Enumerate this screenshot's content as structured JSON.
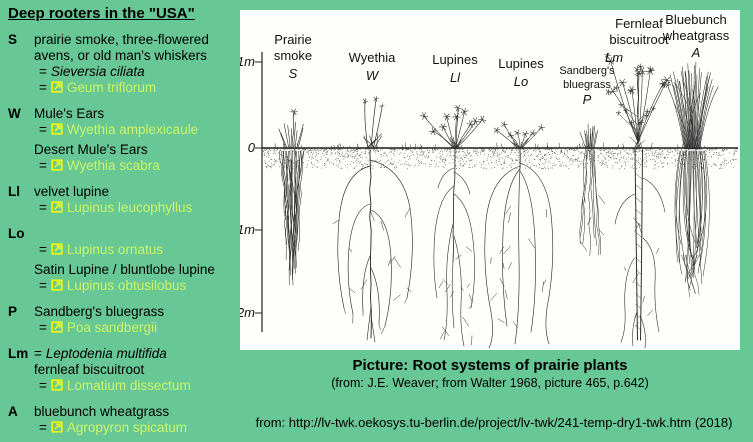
{
  "palette": {
    "background": "#67c795",
    "link_text": "#ccf566",
    "icon_yellow": "#ffff00",
    "paper": "#fefefc",
    "ink": "#2e2e2e"
  },
  "sidebar": {
    "title": "Deep rooters in the \"USA\"",
    "eq": "=",
    "entries": [
      {
        "key": "S",
        "lines": [
          {
            "style": "common",
            "text": "prairie smoke, three-flowered avens, or old man's whiskers"
          },
          {
            "style": "latin",
            "text": "Sieversia ciliata"
          },
          {
            "style": "link",
            "text": "Geum triflorum"
          }
        ]
      },
      {
        "key": "W",
        "lines": [
          {
            "style": "common",
            "text": "Mule's Ears"
          },
          {
            "style": "link",
            "text": "Wyethia amplexicaule"
          },
          {
            "style": "common",
            "text": "Desert Mule's Ears"
          },
          {
            "style": "link",
            "text": "Wyethia scabra"
          }
        ]
      },
      {
        "key": "Ll",
        "lines": [
          {
            "style": "common",
            "text": "velvet lupine"
          },
          {
            "style": "link",
            "text": "Lupinus leucophyllus"
          }
        ]
      },
      {
        "key": "Lo",
        "lines": [
          {
            "style": "link",
            "text": "Lupinus ornatus"
          },
          {
            "style": "common",
            "text": "Satin Lupine / bluntlobe lupine"
          },
          {
            "style": "link",
            "text": "Lupinus obtusilobus"
          }
        ]
      },
      {
        "key": "P",
        "lines": [
          {
            "style": "common",
            "text": "Sandberg's bluegrass"
          },
          {
            "style": "link",
            "text": "Poa sandbergii"
          }
        ]
      },
      {
        "key": "Lm",
        "lines": [
          {
            "style": "latin",
            "text": "Leptodenia multifida"
          },
          {
            "style": "common",
            "text": "fernleaf biscuitroot"
          },
          {
            "style": "link",
            "text": "Lomatium dissectum"
          }
        ]
      },
      {
        "key": "A",
        "lines": [
          {
            "style": "common",
            "text": "bluebunch wheatgrass"
          },
          {
            "style": "link",
            "text": "Agropyron spicatum"
          }
        ]
      }
    ]
  },
  "picture": {
    "axis_labels": [
      "1m",
      "0",
      "1m",
      "2m"
    ],
    "columns": [
      {
        "line1": "Prairie",
        "line2": "smoke",
        "letter": "S"
      },
      {
        "line1": "Wyethia",
        "letter": "W"
      },
      {
        "line1": "Lupines",
        "letter": "Ll"
      },
      {
        "line1": "Lupines",
        "letter": "Lo"
      },
      {
        "line1": "Sandberg's",
        "line2": "bluegrass",
        "letter": "P"
      },
      {
        "line1": "Fernleaf",
        "line2": "biscuitroot",
        "letter": "Lm"
      },
      {
        "line1": "Bluebunch",
        "line2": "wheatgrass",
        "letter": "A"
      }
    ]
  },
  "caption": {
    "title": "Picture: Root systems of prairie plants",
    "source": "(from: J.E. Weaver; from Walter 1968, picture 465, p.642)"
  },
  "footer": {
    "source_line": "from: http://lv-twk.oekosys.tu-berlin.de/project/lv-twk/241-temp-dry1-twk.htm (2018)"
  }
}
